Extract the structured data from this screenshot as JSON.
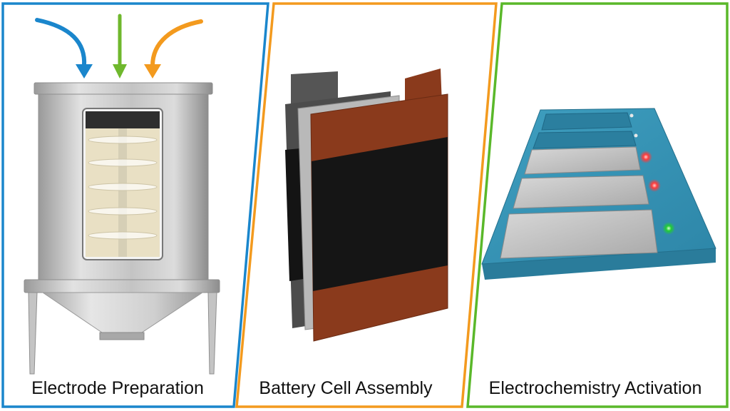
{
  "panels": [
    {
      "caption": "Electrode Preparation",
      "border_color": "#1a86cc"
    },
    {
      "caption": "Battery Cell Assembly",
      "border_color": "#f39a1e"
    },
    {
      "caption": "Electrochemistry Activation",
      "border_color": "#5ab82a"
    }
  ],
  "arrows": [
    {
      "color": "#1a86cc"
    },
    {
      "color": "#6fb82d"
    },
    {
      "color": "#f39a1e"
    }
  ],
  "indicator_lights": [
    "off",
    "off",
    "red",
    "red",
    "green"
  ],
  "colors": {
    "steel": "#c9c9c9",
    "copper_foil": "#8a3a1c",
    "electrode_coating": "#1a1a1a",
    "tray": "#3792b3",
    "led_red": "#e23a3a",
    "led_green": "#26c53a"
  }
}
